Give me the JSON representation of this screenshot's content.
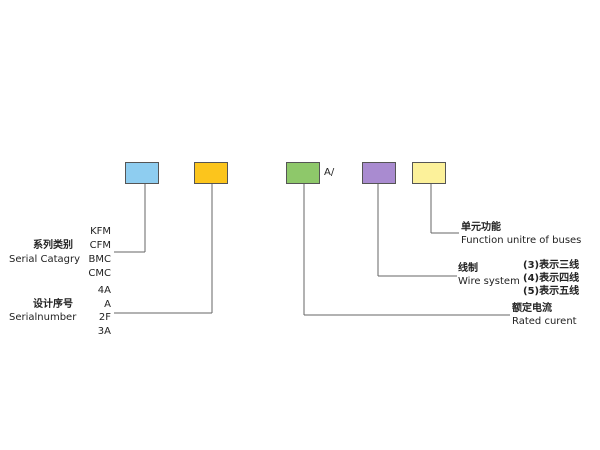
{
  "boxes": {
    "series_color": "#8ecdf0",
    "design_color": "#fcc51c",
    "rated_color": "#8ec86a",
    "wire_color": "#a98bd0",
    "function_color": "#fcf19a",
    "separator": "A/"
  },
  "left_top": {
    "heading_cn": "系列类别",
    "heading_en": "Serial Catagry",
    "codes": [
      "KFM",
      "CFM",
      "BMC",
      "CMC"
    ]
  },
  "left_bottom": {
    "heading_cn": "设计序号",
    "heading_en": "Serialnumber",
    "codes": [
      "4A",
      "A",
      "2F",
      "3A"
    ]
  },
  "right": {
    "function_cn": "单元功能",
    "function_en": "Function unitre of buses",
    "wire_cn": "线制",
    "wire_en": "Wire system",
    "wire_options": [
      "(3)表示三线",
      "(4)表示四线",
      "(5)表示五线"
    ],
    "rated_cn": "额定电流",
    "rated_en": "Rated curent"
  }
}
